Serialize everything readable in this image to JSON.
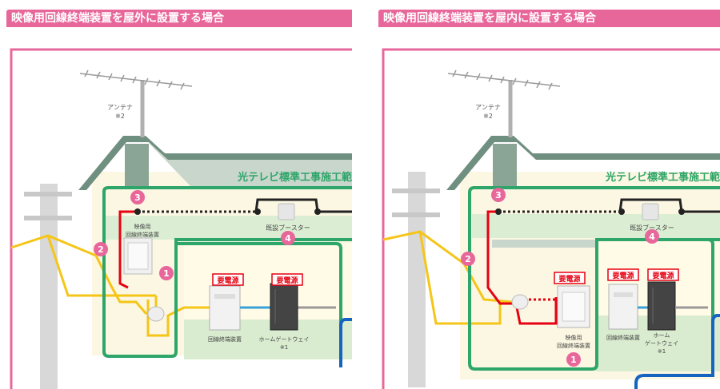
{
  "left": {
    "title": "映像用回線終端装置を屋外に設置する場合",
    "antenna": "アンテナ",
    "antenna_note": "※2",
    "scope": "光テレビ標準工事施工範",
    "booster": "既設ブースター",
    "vonu": [
      "映像用",
      "回線終端装置"
    ],
    "power1": "要電源",
    "power2": "要電源",
    "onu": "回線終端装置",
    "hgw": "ホームゲートウェイ",
    "hgw_note": "※1",
    "n1": "1",
    "n2": "2",
    "n3": "3",
    "n4": "4"
  },
  "right": {
    "title": "映像用回線終端装置を屋内に設置する場合",
    "antenna": "アンテナ",
    "antenna_note": "※2",
    "scope": "光テレビ標準工事施工範",
    "booster": "既設ブースター",
    "vonu": [
      "映像用",
      "回線終端装置"
    ],
    "power1": "要電源",
    "power2": "要電源",
    "power3": "要電源",
    "onu": "回線終端装置",
    "hgw": [
      "ホーム",
      "ゲートウェイ"
    ],
    "hgw_note": "※1",
    "n1": "1",
    "n2": "2",
    "n3": "3",
    "n4": "4"
  },
  "colors": {
    "pink": "#e8679b",
    "green": "#2ea56a",
    "red": "#e60012",
    "yellow": "#f5c518",
    "blue": "#1565c0",
    "roof": "#6f8f80",
    "wall": "#fbf7e2"
  }
}
